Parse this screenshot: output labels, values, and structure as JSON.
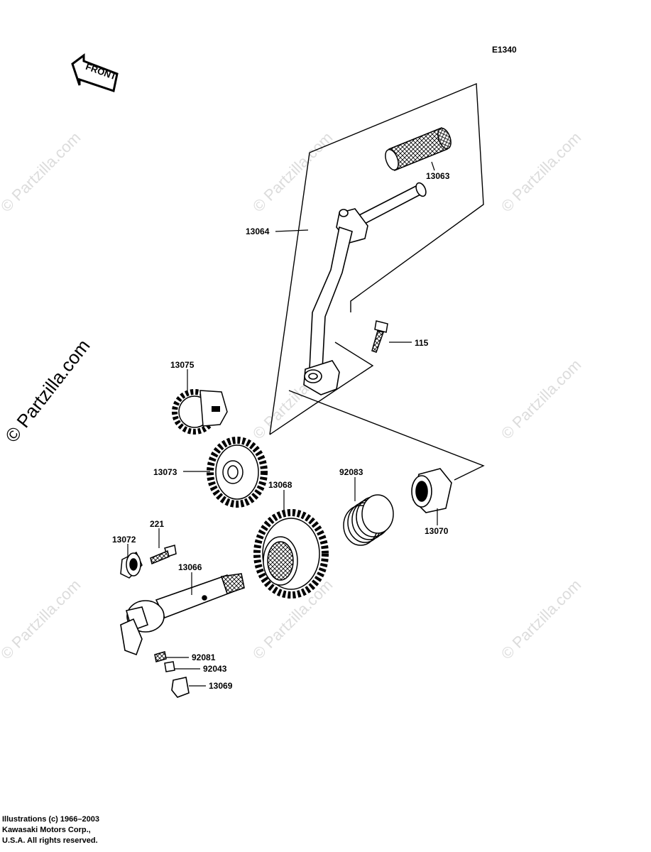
{
  "diagram": {
    "code": "E1340",
    "front_label": "FRONT",
    "watermark": "© Partzilla.com",
    "parts": {
      "p13063": "13063",
      "p13064": "13064",
      "p115": "115",
      "p13075": "13075",
      "p13073": "13073",
      "p13068": "13068",
      "p92083": "92083",
      "p13070": "13070",
      "p221": "221",
      "p13072": "13072",
      "p13066": "13066",
      "p92081": "92081",
      "p92043": "92043",
      "p13069": "13069"
    }
  },
  "copyright": {
    "line1": "Illustrations (c) 1966–2003",
    "line2": "Kawasaki Motors Corp.,",
    "line3": "U.S.A.  All rights reserved."
  }
}
